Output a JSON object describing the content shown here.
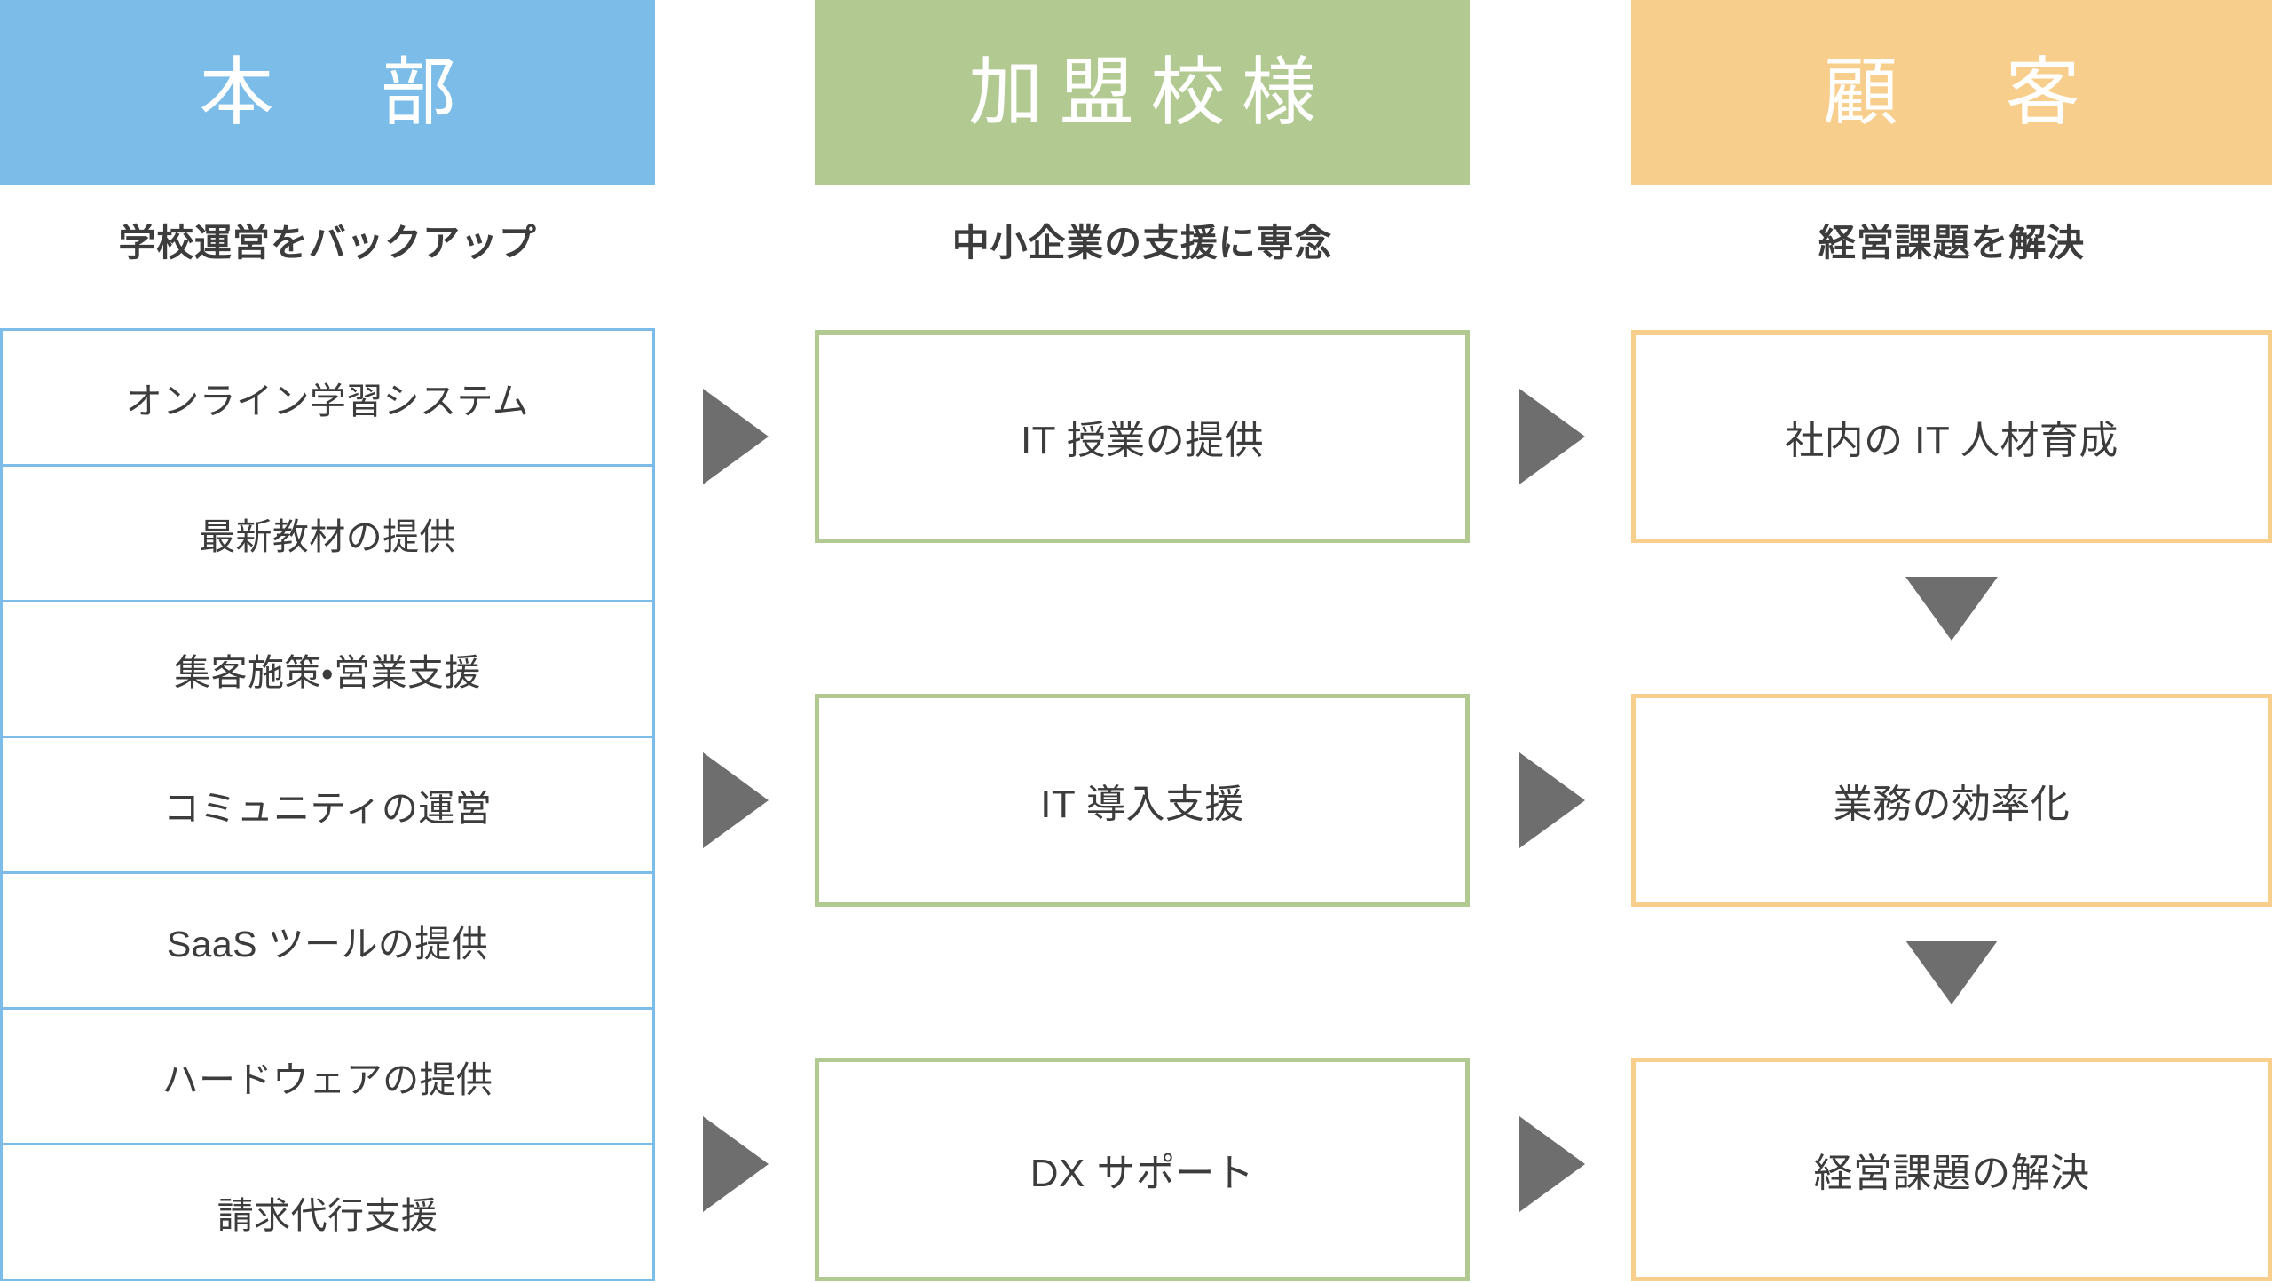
{
  "diagram": {
    "columns": [
      {
        "id": "headquarters",
        "header": "本　部",
        "header_color": "#7CBCE8",
        "subtitle": "学校運営をバックアップ",
        "items": [
          "オンライン学習システム",
          "最新教材の提供",
          "集客施策・営業支援",
          "コミュニティの運営",
          "SaaS ツールの提供",
          "ハードウェアの提供",
          "請求代行支援"
        ]
      },
      {
        "id": "member-school",
        "header": "加盟校様",
        "header_color": "#B2CA92",
        "subtitle": "中小企業の支援に専念",
        "items": [
          "IT 授業の提供",
          "IT 導入支援",
          "DX サポート"
        ]
      },
      {
        "id": "customer",
        "header": "顧　客",
        "header_color": "#F8CE8D",
        "subtitle": "経営課題を解決",
        "items": [
          "社内の IT 人材育成",
          "業務の効率化",
          "経営課題の解決"
        ]
      }
    ],
    "flow_arrows": {
      "right_arrow_glyph": "►",
      "down_arrow_glyph": "▼",
      "arrow_color": "#6E6E6E",
      "right_arrow_count": 6,
      "down_arrow_count": 2
    },
    "text_color": "#3C3C3C",
    "background_color": "#FFFFFF"
  }
}
